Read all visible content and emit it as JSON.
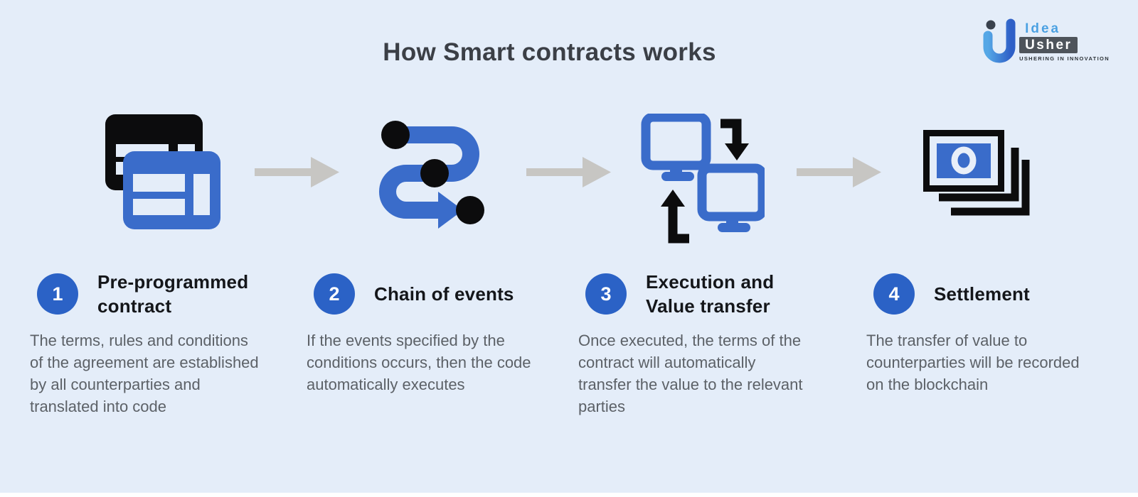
{
  "header": {
    "title": "How Smart contracts works"
  },
  "logo": {
    "brand_top": "Idea",
    "brand_bottom": "Usher",
    "tagline": "USHERING IN INNOVATION"
  },
  "colors": {
    "background": "#e4edf9",
    "accent_blue": "#3a6cca",
    "badge_blue": "#2b62c6",
    "icon_black": "#0c0c0d",
    "arrow_gray": "#c7c6c3",
    "heading_dark": "#3b3f46",
    "step_title_dark": "#14161a",
    "body_gray": "#5c6167",
    "logo_light_blue": "#4aa0e2",
    "logo_box_slate": "#4e545b"
  },
  "steps": [
    {
      "number": "1",
      "title": "Pre-programmed\ncontract",
      "description": "The terms, rules and conditions\nof the agreement are established\nby all counterparties and\ntranslated into code",
      "icon": "contract-documents-icon"
    },
    {
      "number": "2",
      "title": "Chain of events",
      "description": "If the events specified by the\nconditions occurs, then the code\nautomatically executes",
      "icon": "event-route-icon"
    },
    {
      "number": "3",
      "title": "Execution and\nValue transfer",
      "description": "Once executed, the terms of the\ncontract will automatically\ntransfer the value to the relevant\nparties",
      "icon": "computers-transfer-icon"
    },
    {
      "number": "4",
      "title": "Settlement",
      "description": "The transfer of value to\ncounterparties will be recorded\non the blockchain",
      "icon": "banknotes-stack-icon"
    }
  ]
}
